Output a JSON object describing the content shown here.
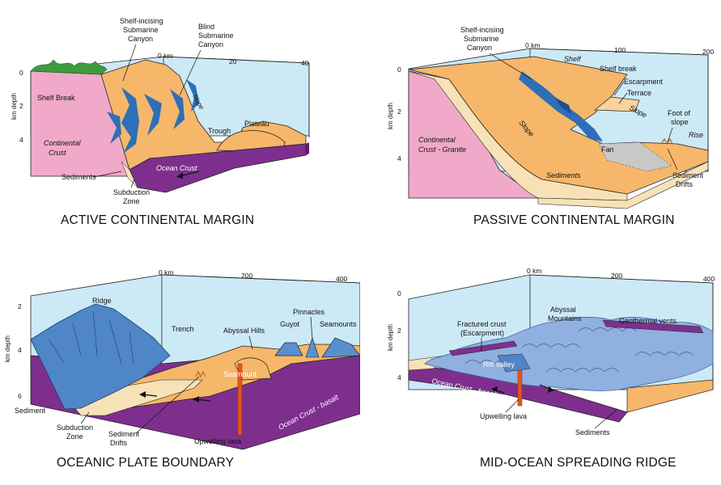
{
  "panels": {
    "active": {
      "title": "ACTIVE CONTINENTAL MARGIN",
      "km_ticks": [
        "0 km",
        "20",
        "40"
      ],
      "depth_ticks": [
        "0",
        "2",
        "4"
      ],
      "depth_label": "km depth",
      "labels": {
        "shelf_incising_1": "Shelf-incising",
        "shelf_incising_2": "Submarine",
        "shelf_incising_3": "Canyon",
        "blind_1": "Blind",
        "blind_2": "Submarine",
        "blind_3": "Canyon",
        "slope": "Slope",
        "shelf_break": "Shelf Break",
        "continental_1": "Continental",
        "continental_2": "Crust",
        "trough": "Trough",
        "plateau": "Plateau",
        "ocean_crust": "Ocean Crust",
        "sediments": "Sediments",
        "subduction_1": "Subduction",
        "subduction_2": "Zone"
      }
    },
    "passive": {
      "title": "PASSIVE CONTINENTAL MARGIN",
      "km_ticks": [
        "0 km",
        "100",
        "200"
      ],
      "depth_ticks": [
        "0",
        "2",
        "4"
      ],
      "depth_label": "km depth",
      "labels": {
        "shelf_incising_1": "Shelf-incising",
        "shelf_incising_2": "Submarine",
        "shelf_incising_3": "Canyon",
        "shelf": "Shelf",
        "shelf_break": "Shelf break",
        "escarpment": "Escarpment",
        "terrace": "Terrace",
        "slope_upper": "Slope",
        "foot_1": "Foot of",
        "foot_2": "slope",
        "rise": "Rise",
        "slope_lower": "Slope",
        "fan": "Fan",
        "continental_1": "Continental",
        "continental_2": "Crust - Granite",
        "sediments": "Sediments",
        "drifts_1": "Sediment",
        "drifts_2": "Drifts"
      }
    },
    "oceanic": {
      "title": "OCEANIC PLATE BOUNDARY",
      "km_ticks": [
        "0 km",
        "200",
        "400"
      ],
      "depth_ticks": [
        "2",
        "4",
        "6"
      ],
      "depth_label": "km depth",
      "labels": {
        "ridge": "Ridge",
        "trench": "Trench",
        "abyssal_hills": "Abyssal Hills",
        "guyot": "Guyot",
        "pinnacles": "Pinnacles",
        "seamounts": "Seamounts",
        "seamount": "Seamount",
        "sediment": "Sediment",
        "subduction_1": "Subduction",
        "subduction_2": "Zone",
        "drifts_1": "Sediment",
        "drifts_2": "Drifts",
        "upwelling": "Upwelling lava",
        "ocean_crust": "Ocean Crust - basalt"
      }
    },
    "midocean": {
      "title": "MID-OCEAN SPREADING RIDGE",
      "km_ticks": [
        "0 km",
        "200",
        "400"
      ],
      "depth_ticks": [
        "0",
        "2",
        "4"
      ],
      "depth_label": "km depth",
      "labels": {
        "fractured_1": "Fractured crust",
        "fractured_2": "(Escarpment)",
        "abyssal_1": "Abyssal",
        "abyssal_2": "Mountains",
        "geothermal": "Geothermal vents",
        "rift_valley": "Rift valley",
        "ocean_crust": "Ocean Crust - basalt",
        "upwelling": "Upwelling lava",
        "sediments": "Sediments"
      }
    }
  },
  "colors": {
    "sky": "#cce9f6",
    "shelf_tan": "#f6b76a",
    "pink_crust": "#f0a9c9",
    "purple_crust": "#7e2f8e",
    "canyon_blue": "#2e6fb8",
    "ridge_blue": "#5a8fcf",
    "sediment": "#f7e2b8",
    "lava": "#e2561d",
    "grass": "#3f9b3f"
  }
}
